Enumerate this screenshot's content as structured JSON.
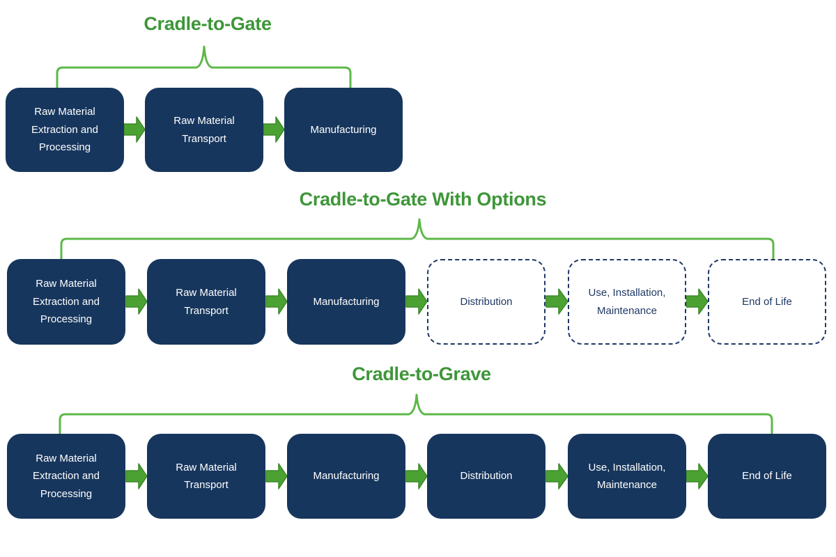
{
  "colors": {
    "background": "#ffffff",
    "box_fill": "#17365d",
    "box_text": "#ffffff",
    "dashed_border": "#1f3864",
    "dashed_text": "#1f3864",
    "title_green": "#3e9639",
    "bracket_green": "#5cb848",
    "arrow_fill": "#4ba233",
    "arrow_border": "#3c8828"
  },
  "diagram": {
    "rows": [
      {
        "title": "Cradle-to-Gate",
        "boxes": [
          {
            "label": "Raw Material Extraction and Processing",
            "style": "solid"
          },
          {
            "label": "Raw Material Transport",
            "style": "solid"
          },
          {
            "label": "Manufacturing",
            "style": "solid"
          }
        ]
      },
      {
        "title": "Cradle-to-Gate With Options",
        "boxes": [
          {
            "label": "Raw Material Extraction and Processing",
            "style": "solid"
          },
          {
            "label": "Raw Material Transport",
            "style": "solid"
          },
          {
            "label": "Manufacturing",
            "style": "solid"
          },
          {
            "label": "Distribution",
            "style": "dashed"
          },
          {
            "label": "Use, Installation, Maintenance",
            "style": "dashed"
          },
          {
            "label": "End of Life",
            "style": "dashed"
          }
        ]
      },
      {
        "title": "Cradle-to-Grave",
        "boxes": [
          {
            "label": "Raw Material Extraction and Processing",
            "style": "solid"
          },
          {
            "label": "Raw Material Transport",
            "style": "solid"
          },
          {
            "label": "Manufacturing",
            "style": "solid"
          },
          {
            "label": "Distribution",
            "style": "solid"
          },
          {
            "label": "Use, Installation, Maintenance",
            "style": "solid"
          },
          {
            "label": "End of Life",
            "style": "solid"
          }
        ]
      }
    ]
  }
}
